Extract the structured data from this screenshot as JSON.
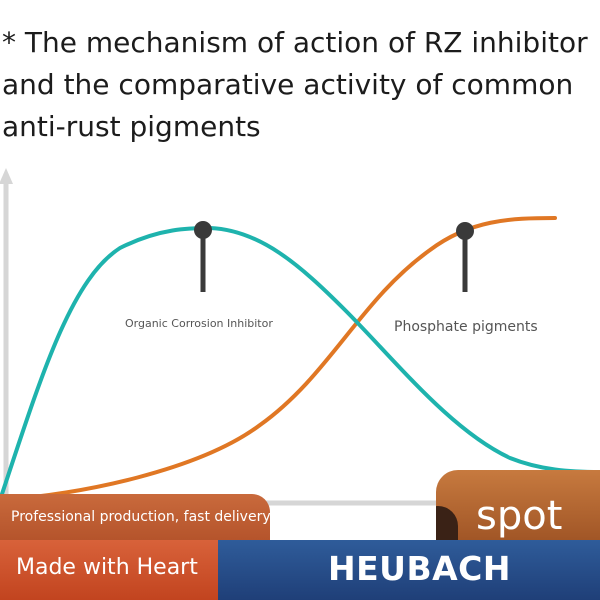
{
  "title": {
    "line1": "* The mechanism of action of RZ inhibitor",
    "line2": "and the comparative activity of common",
    "line3": "anti-rust pigments"
  },
  "curves": {
    "organic": {
      "label": "Organic Corrosion Inhibitor",
      "color": "#1eb3ad"
    },
    "phosphate": {
      "label": "Phosphate pigments",
      "color": "#e07724"
    },
    "marker_color": "#3a3a3a",
    "axis_color": "#d6d6d6"
  },
  "banner": {
    "promo": "Professional production, fast delivery",
    "made_with": "Made with Heart",
    "brand": "HEUBACH",
    "spot": "spot"
  },
  "colors": {
    "promo_orange": "#c2441f",
    "brand_blue": "#1f3f78",
    "spot_brown": "#9f5425"
  }
}
